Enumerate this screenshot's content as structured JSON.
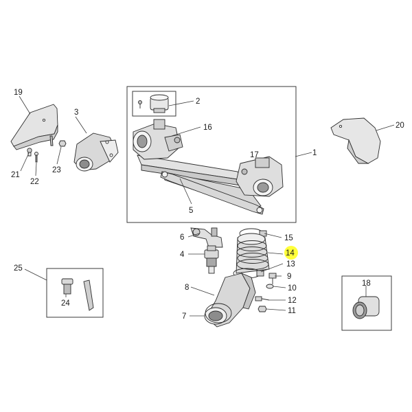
{
  "highlight_color": "#ffff3a",
  "labels": {
    "p1": "1",
    "p2": "2",
    "p3": "3",
    "p4": "4",
    "p5": "5",
    "p6": "6",
    "p7": "7",
    "p8": "8",
    "p9": "9",
    "p10": "10",
    "p11": "11",
    "p12": "12",
    "p13": "13",
    "p14": "14",
    "p15": "15",
    "p16": "16",
    "p17": "17",
    "p18": "18",
    "p19": "19",
    "p20": "20",
    "p21": "21",
    "p22": "22",
    "p23": "23",
    "p24": "24",
    "p25": "25"
  }
}
